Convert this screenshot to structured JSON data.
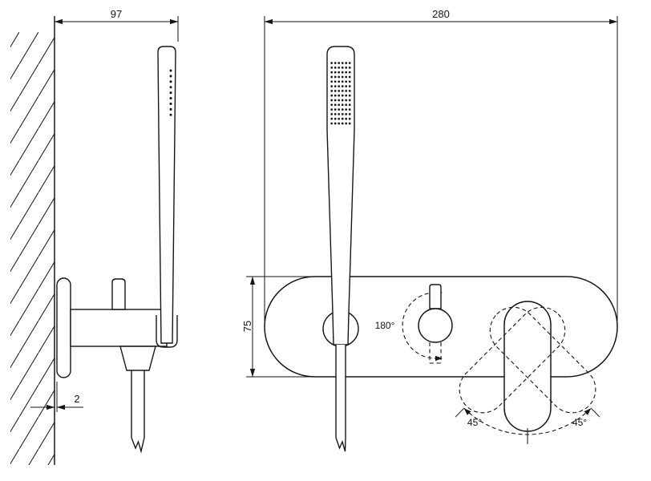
{
  "labels": {
    "dim_depth": "97",
    "dim_wall_gap": "2",
    "dim_width": "280",
    "dim_height": "75",
    "diverter_rotation": "180°",
    "lever_swing_left": "45°",
    "lever_swing_right": "45°"
  },
  "colors": {
    "line": "#161616",
    "background": "#ffffff"
  }
}
